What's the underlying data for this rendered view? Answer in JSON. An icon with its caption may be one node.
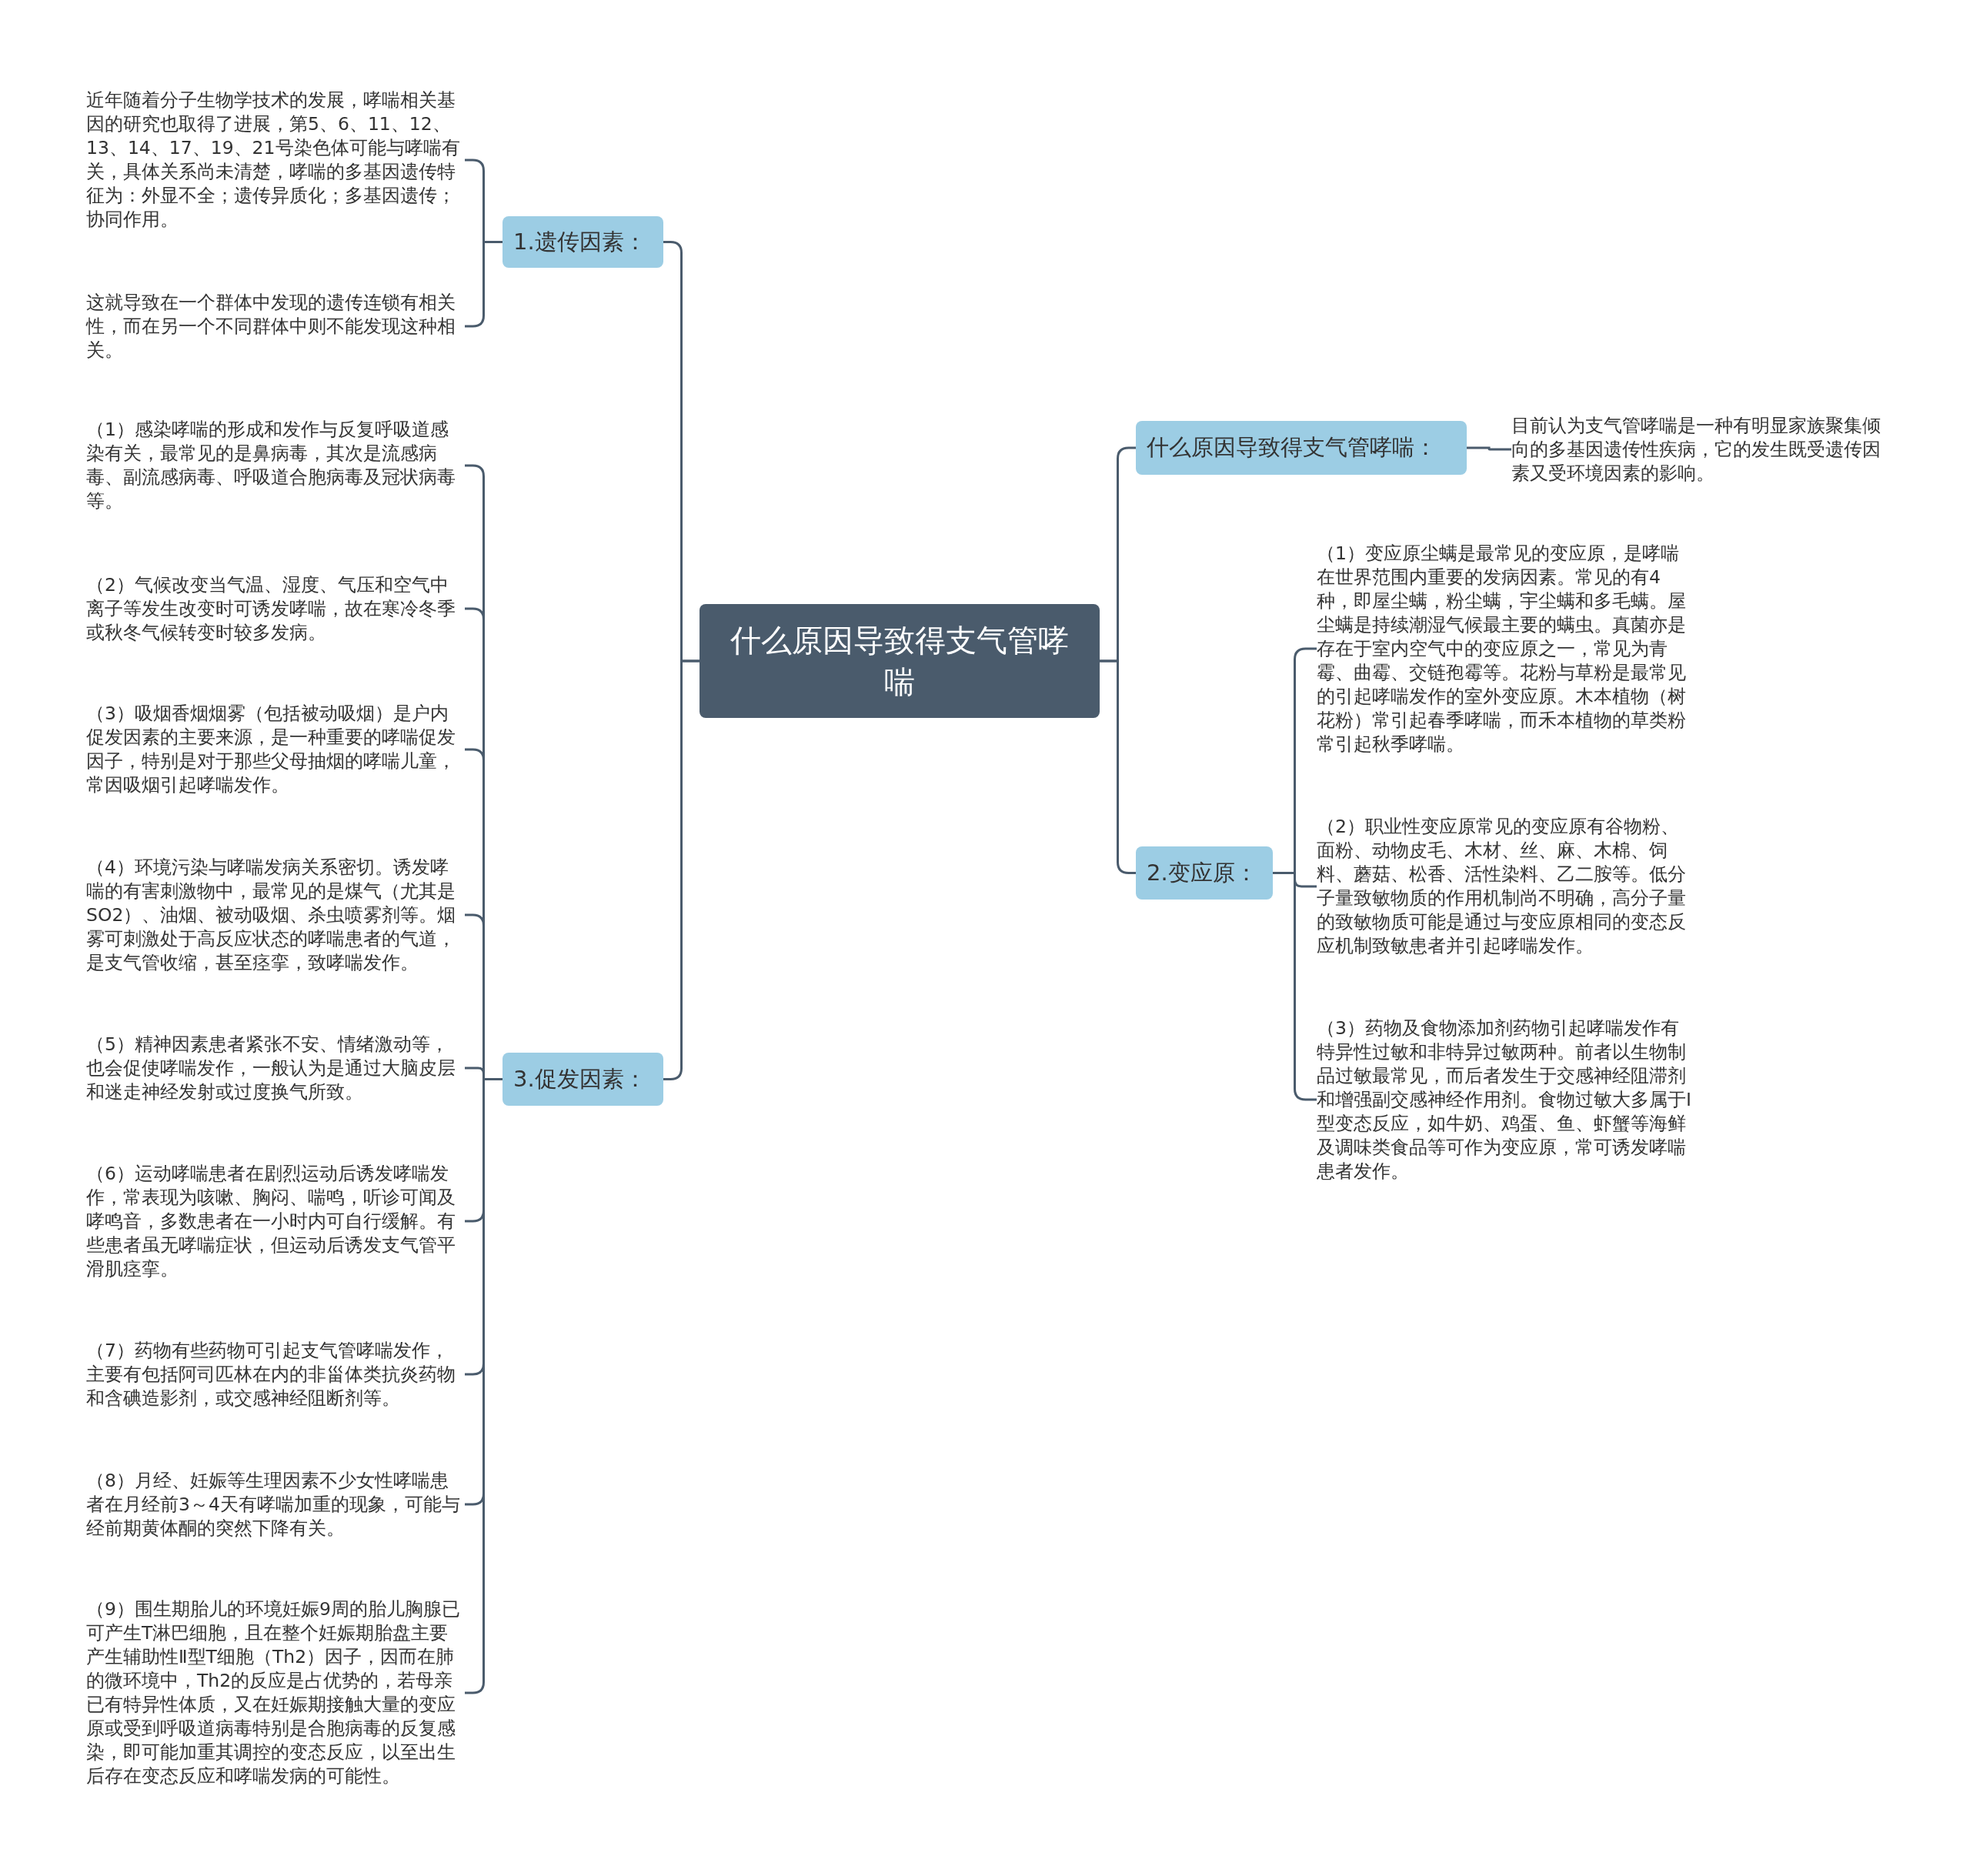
{
  "diagram": {
    "nodes": [
      {
        "text": [
          "什么原因导致得支气管哮喘"
        ]
      },
      {
        "text": [
          "什么原因导致得支气管哮喘："
        ]
      },
      {
        "text": [
          "目前认为支气管哮喘是一种有明显家族聚集倾向的多基因遗传性疾病，它的发生既受遗传因素又受环境因素的影响。"
        ]
      },
      {
        "text": [
          "2.变应原："
        ]
      },
      {
        "text": [
          "（1）变应原尘螨是最常见的变应原，是哮喘在世界范围内重要的发病因素。常见的有4种，即屋尘螨，粉尘螨，宇尘螨和多毛螨。屋尘螨是持续潮湿气候最主要的螨虫。真菌亦是存在于室内空气中的变应原之一，常见为青霉、曲霉、交链孢霉等。花粉与草粉是最常见的引起哮喘发作的室外变应原。木本植物（树花粉）常引起春季哮喘，而禾本植物的草类粉常引起秋季哮喘。"
        ]
      },
      {
        "text": [
          "（2）职业性变应原常见的变应原有谷物粉、面粉、动物皮毛、木材、丝、麻、木棉、饲料、蘑菇、松香、活性染料、乙二胺等。低分子量致敏物质的作用机制尚不明确，高分子量的致敏物质可能是通过与变应原相同的变态反应机制致敏患者并引起哮喘发作。"
        ]
      },
      {
        "text": [
          "（3）药物及食物添加剂药物引起哮喘发作有特异性过敏和非特异过敏两种。前者以生物制品过敏最常见，而后者发生于交感神经阻滞剂和增强副交感神经作用剂。食物过敏大多属于Ⅰ型变态反应，如牛奶、鸡蛋、鱼、虾蟹等海鲜及调味类食品等可作为变应原，常可诱发哮喘患者发作。"
        ]
      },
      {
        "text": [
          "1.遗传因素："
        ]
      },
      {
        "text": [
          "近年随着分子生物学技术的发展，哮喘相关基因的研究也取得了进展，第5、6、11、12、13、14、17、19、21号染色体可能与哮喘有关，具体关系尚未清楚，哮喘的多基因遗传特征为：外显不全；遗传异质化；多基因遗传；协同作用。"
        ]
      },
      {
        "text": [
          "这就导致在一个群体中发现的遗传连锁有相关性，而在另一个不同群体中则不能发现这种相关。"
        ]
      },
      {
        "text": [
          "3.促发因素："
        ]
      },
      {
        "text": [
          "（1）感染哮喘的形成和发作与反复呼吸道感染有关，最常见的是鼻病毒，其次是流感病毒、副流感病毒、呼吸道合胞病毒及冠状病毒等。"
        ]
      },
      {
        "text": [
          "（2）气候改变当气温、湿度、气压和空气中离子等发生改变时可诱发哮喘，故在寒冷冬季或秋冬气候转变时较多发病。"
        ]
      },
      {
        "text": [
          "（3）吸烟香烟烟雾（包括被动吸烟）是户内促发因素的主要来源，是一种重要的哮喘促发因子，特别是对于那些父母抽烟的哮喘儿童，常因吸烟引起哮喘发作。"
        ]
      },
      {
        "text": [
          "（4）环境污染与哮喘发病关系密切。诱发哮喘的有害刺激物中，最常见的是煤气（尤其是SO2）、油烟、被动吸烟、杀虫喷雾剂等。烟雾可刺激处于高反应状态的哮喘患者的气道，是支气管收缩，甚至痉挛，致哮喘发作。"
        ]
      },
      {
        "text": [
          "（5）精神因素患者紧张不安、情绪激动等，也会促使哮喘发作，一般认为是通过大脑皮层和迷走神经发射或过度换气所致。"
        ]
      },
      {
        "text": [
          "（6）运动哮喘患者在剧烈运动后诱发哮喘发作，常表现为咳嗽、胸闷、喘鸣，听诊可闻及哮鸣音，多数患者在一小时内可自行缓解。有些患者虽无哮喘症状，但运动后诱发支气管平滑肌痉挛。"
        ]
      },
      {
        "text": [
          "（7）药物有些药物可引起支气管哮喘发作，主要有包括阿司匹林在内的非甾体类抗炎药物和含碘造影剂，或交感神经阻断剂等。"
        ]
      },
      {
        "text": [
          "（8）月经、妊娠等生理因素不少女性哮喘患者在月经前3～4天有哮喘加重的现象，可能与经前期黄体酮的突然下降有关。"
        ]
      },
      {
        "text": [
          "（9）围生期胎儿的环境妊娠9周的胎儿胸腺已可产生T淋巴细胞，且在整个妊娠期胎盘主要产生辅助性Ⅱ型T细胞（Th2）因子，因而在肺的微环境中，Th2的反应是占优势的，若母亲已有特异性体质，又在妊娠期接触大量的变应原或受到呼吸道病毒特别是合胞病毒的反复感染，即可能加重其调控的变态反应，以至出生后存在变态反应和哮喘发病的可能性。"
        ]
      }
    ],
    "edges": [
      {
        "from": 0,
        "to": 1,
        "arrow": "none"
      },
      {
        "from": 1,
        "to": 2,
        "arrow": "none"
      },
      {
        "from": 0,
        "to": 3,
        "arrow": "none"
      },
      {
        "from": 3,
        "to": 4,
        "arrow": "none"
      },
      {
        "from": 3,
        "to": 5,
        "arrow": "none"
      },
      {
        "from": 3,
        "to": 6,
        "arrow": "none"
      },
      {
        "from": 0,
        "to": 7,
        "arrow": "none"
      },
      {
        "from": 7,
        "to": 8,
        "arrow": "none"
      },
      {
        "from": 7,
        "to": 9,
        "arrow": "none"
      },
      {
        "from": 0,
        "to": 10,
        "arrow": "none"
      },
      {
        "from": 10,
        "to": 11,
        "arrow": "none"
      },
      {
        "from": 10,
        "to": 12,
        "arrow": "none"
      },
      {
        "from": 10,
        "to": 13,
        "arrow": "none"
      },
      {
        "from": 10,
        "to": 14,
        "arrow": "none"
      },
      {
        "from": 10,
        "to": 15,
        "arrow": "none"
      },
      {
        "from": 10,
        "to": 16,
        "arrow": "none"
      },
      {
        "from": 10,
        "to": 17,
        "arrow": "none"
      },
      {
        "from": 10,
        "to": 18,
        "arrow": "none"
      },
      {
        "from": 10,
        "to": 19,
        "arrow": "none"
      }
    ]
  }
}
